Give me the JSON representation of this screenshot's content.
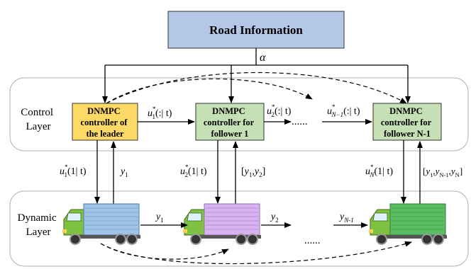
{
  "title": "Road Information",
  "road_signal": "α",
  "layers": {
    "control": [
      "Control",
      "Layer"
    ],
    "dynamic": [
      "Dynamic",
      "Layer"
    ]
  },
  "controllers": {
    "leader": [
      "DNMPC",
      "controller of",
      "the leader"
    ],
    "follower1": [
      "DNMPC",
      "controller for",
      "follower 1"
    ],
    "followerN": [
      "DNMPC",
      "controller for",
      "follower N-1"
    ]
  },
  "control_signals": {
    "u1": {
      "base": "u",
      "sub": "1",
      "sup": "*",
      "arg": "(:| t)"
    },
    "u2": {
      "base": "u",
      "sub": "2",
      "sup": "*",
      "arg": "(:| t)"
    },
    "uN1": {
      "base": "u",
      "sub": "N−1",
      "sup": "*",
      "arg": "(:| t)"
    },
    "dots": "......"
  },
  "actuation_signals": {
    "u1": {
      "base": "u",
      "sub": "1",
      "sup": "*",
      "arg": "(1| t)"
    },
    "u2": {
      "base": "u",
      "sub": "2",
      "sup": "*",
      "arg": "(1| t)"
    },
    "uN": {
      "base": "u",
      "sub": "N",
      "sup": "*",
      "arg": "(1| t)"
    }
  },
  "feedback": {
    "y1": {
      "base": "y",
      "sub": "1"
    },
    "y1y2": {
      "open": "[",
      "a": "y",
      "as": "1",
      "sep": ",",
      "b": "y",
      "bs": "2",
      "close": "]"
    },
    "yN": {
      "open": "[",
      "a": "y",
      "as": "1",
      "sep1": ",",
      "b": "y",
      "bs": "N-1",
      "sep2": ",",
      "c": "y",
      "cs": "N",
      "close": "]"
    }
  },
  "dynamic_signals": {
    "y1": {
      "base": "y",
      "sub": "1"
    },
    "y2": {
      "base": "y",
      "sub": "2"
    },
    "yN1": {
      "base": "y",
      "sub": "N-1"
    },
    "dots": "......"
  },
  "colors": {
    "road_box": "#b4c7e7",
    "leader_box": "#ffd966",
    "follower_box": "#c5e0b4",
    "truck_leader": "#9dc3e6",
    "truck_follower1": "#d9b3f0",
    "truck_followerN": "#5bbd63",
    "cab": "#7fc241",
    "layer_border": "#b0b0b0"
  }
}
